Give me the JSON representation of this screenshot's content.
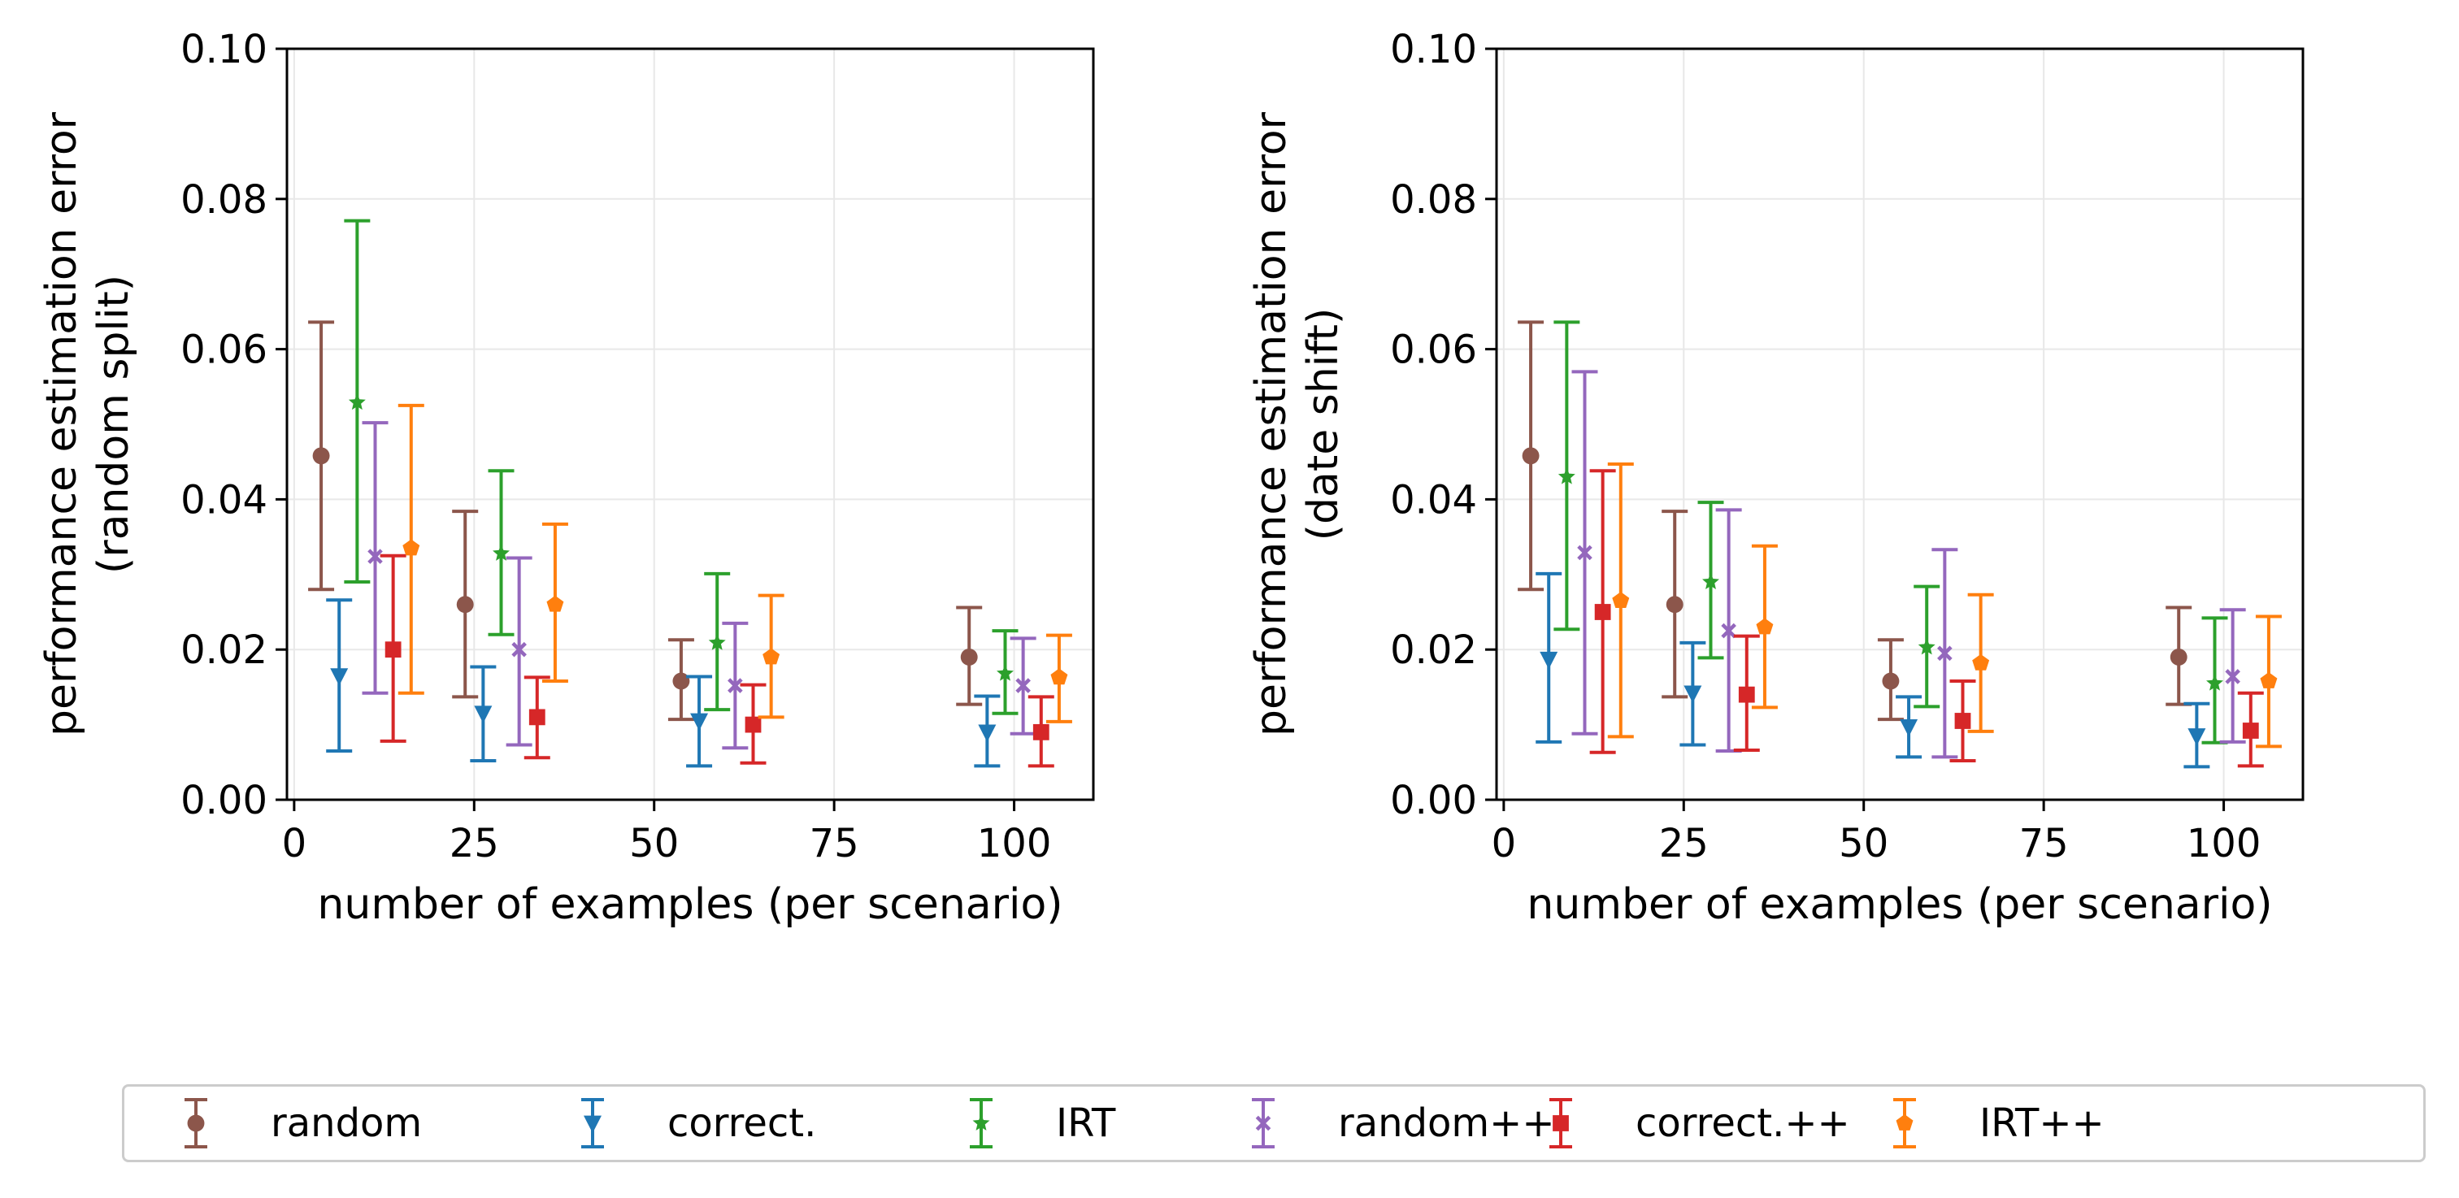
{
  "colors": {
    "random": "#8c564b",
    "correct.": "#1f77b4",
    "IRT": "#2ca02c",
    "random++": "#9467bd",
    "correct.++": "#d62728",
    "IRT++": "#ff7f0e"
  },
  "legend": {
    "placement": "bottom-center",
    "entries": [
      {
        "label": "random",
        "marker": "circle"
      },
      {
        "label": "correct.",
        "marker": "triangle-down"
      },
      {
        "label": "IRT",
        "marker": "star"
      },
      {
        "label": "random++",
        "marker": "x"
      },
      {
        "label": "correct.++",
        "marker": "square"
      },
      {
        "label": "IRT++",
        "marker": "pentagon"
      }
    ]
  },
  "chart_data": [
    {
      "type": "scatter",
      "subtype": "errorbar",
      "title": "",
      "xlabel": "number of examples (per scenario)",
      "ylabel": [
        "performance estimation error",
        "(random split)"
      ],
      "xlim": [
        -1,
        111
      ],
      "ylim": [
        0,
        0.1
      ],
      "xticks": [
        "0",
        "25",
        "50",
        "75",
        "100"
      ],
      "yticks": [
        "0.00",
        "0.02",
        "0.04",
        "0.06",
        "0.08",
        "0.10"
      ],
      "grid": true,
      "x": [
        10,
        30,
        60,
        100
      ],
      "series": [
        {
          "name": "random",
          "x": [
            3.75,
            23.75,
            53.75,
            93.75
          ],
          "values": [
            0.0458,
            0.026,
            0.0158,
            0.019
          ],
          "lower": [
            0.028,
            0.0137,
            0.0107,
            0.0127
          ],
          "upper": [
            0.0636,
            0.0384,
            0.0213,
            0.0256
          ]
        },
        {
          "name": "correct.",
          "x": [
            6.25,
            26.25,
            56.25,
            96.25
          ],
          "values": [
            0.0165,
            0.0115,
            0.0105,
            0.009
          ],
          "lower": [
            0.0065,
            0.0052,
            0.0045,
            0.0045
          ],
          "upper": [
            0.0266,
            0.0177,
            0.0164,
            0.0138
          ]
        },
        {
          "name": "IRT",
          "x": [
            8.75,
            28.75,
            58.75,
            98.75
          ],
          "values": [
            0.0529,
            0.0328,
            0.0209,
            0.0168
          ],
          "lower": [
            0.029,
            0.022,
            0.012,
            0.0115
          ],
          "upper": [
            0.0771,
            0.0438,
            0.0301,
            0.0225
          ]
        },
        {
          "name": "random++",
          "x": [
            11.25,
            31.25,
            61.25,
            101.25
          ],
          "values": [
            0.0324,
            0.02,
            0.0152,
            0.0152
          ],
          "lower": [
            0.0142,
            0.0073,
            0.0069,
            0.0088
          ],
          "upper": [
            0.0502,
            0.0322,
            0.0235,
            0.0215
          ]
        },
        {
          "name": "correct.++",
          "x": [
            13.75,
            33.75,
            63.75,
            103.75
          ],
          "values": [
            0.02,
            0.011,
            0.01,
            0.009
          ],
          "lower": [
            0.0078,
            0.0056,
            0.0049,
            0.0045
          ],
          "upper": [
            0.0325,
            0.0163,
            0.0153,
            0.0137
          ]
        },
        {
          "name": "IRT++",
          "x": [
            16.25,
            36.25,
            66.25,
            106.25
          ],
          "values": [
            0.0335,
            0.026,
            0.019,
            0.0163
          ],
          "lower": [
            0.0142,
            0.0158,
            0.011,
            0.0104
          ],
          "upper": [
            0.0525,
            0.0367,
            0.0272,
            0.0219
          ]
        }
      ]
    },
    {
      "type": "scatter",
      "subtype": "errorbar",
      "title": "",
      "xlabel": "number of examples (per scenario)",
      "ylabel": [
        "performance estimation error",
        "(date shift)"
      ],
      "xlim": [
        -1,
        111
      ],
      "ylim": [
        0,
        0.1
      ],
      "xticks": [
        "0",
        "25",
        "50",
        "75",
        "100"
      ],
      "yticks": [
        "0.00",
        "0.02",
        "0.04",
        "0.06",
        "0.08",
        "0.10"
      ],
      "grid": true,
      "x": [
        10,
        30,
        60,
        100
      ],
      "series": [
        {
          "name": "random",
          "x": [
            3.75,
            23.75,
            53.75,
            93.75
          ],
          "values": [
            0.0458,
            0.026,
            0.0158,
            0.019
          ],
          "lower": [
            0.028,
            0.0137,
            0.0107,
            0.0127
          ],
          "upper": [
            0.0636,
            0.0384,
            0.0213,
            0.0256
          ]
        },
        {
          "name": "correct.",
          "x": [
            6.25,
            26.25,
            56.25,
            96.25
          ],
          "values": [
            0.0187,
            0.0142,
            0.0097,
            0.0085
          ],
          "lower": [
            0.0077,
            0.0073,
            0.0057,
            0.0044
          ],
          "upper": [
            0.0301,
            0.0209,
            0.0137,
            0.0128
          ]
        },
        {
          "name": "IRT",
          "x": [
            8.75,
            28.75,
            58.75,
            98.75
          ],
          "values": [
            0.043,
            0.029,
            0.0203,
            0.0155
          ],
          "lower": [
            0.0227,
            0.0189,
            0.0124,
            0.0076
          ],
          "upper": [
            0.0636,
            0.0396,
            0.0284,
            0.0242
          ]
        },
        {
          "name": "random++",
          "x": [
            11.25,
            31.25,
            61.25,
            101.25
          ],
          "values": [
            0.0329,
            0.0225,
            0.0195,
            0.0164
          ],
          "lower": [
            0.0088,
            0.0065,
            0.0057,
            0.0077
          ],
          "upper": [
            0.057,
            0.0386,
            0.0333,
            0.0253
          ]
        },
        {
          "name": "correct.++",
          "x": [
            13.75,
            33.75,
            63.75,
            103.75
          ],
          "values": [
            0.025,
            0.014,
            0.0105,
            0.0092
          ],
          "lower": [
            0.0063,
            0.0066,
            0.0052,
            0.0045
          ],
          "upper": [
            0.0438,
            0.0218,
            0.0158,
            0.0142
          ]
        },
        {
          "name": "IRT++",
          "x": [
            16.25,
            36.25,
            66.25,
            106.25
          ],
          "values": [
            0.0265,
            0.023,
            0.0182,
            0.0158
          ],
          "lower": [
            0.0084,
            0.0123,
            0.0091,
            0.0071
          ],
          "upper": [
            0.0447,
            0.0338,
            0.0273,
            0.0244
          ]
        }
      ]
    }
  ]
}
